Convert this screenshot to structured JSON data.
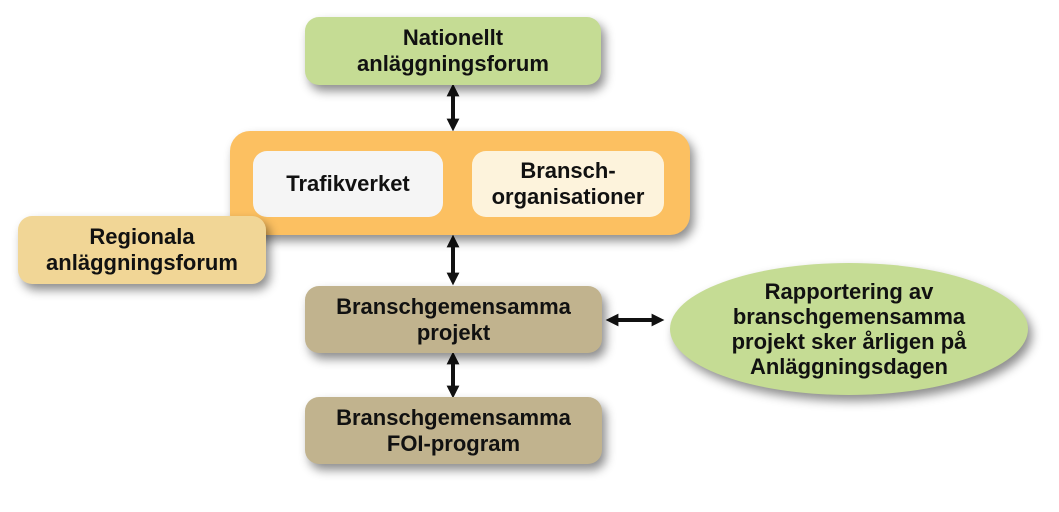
{
  "nodes": {
    "nationellt": {
      "lines": [
        "Nationellt",
        "anläggningsforum"
      ]
    },
    "trafikverket": {
      "lines": [
        "Trafikverket"
      ]
    },
    "branschorganisationer": {
      "lines": [
        "Bransch-",
        "organisationer"
      ]
    },
    "regionala": {
      "lines": [
        "Regionala",
        "anläggningsforum"
      ]
    },
    "projekt": {
      "lines": [
        "Branschgemensamma",
        "projekt"
      ]
    },
    "foi": {
      "lines": [
        "Branschgemensamma",
        "FOI-program"
      ]
    },
    "rapportering": {
      "lines": [
        "Rapportering av",
        "branschgemensamma",
        "projekt sker årligen på",
        "Anläggningsdagen"
      ]
    }
  },
  "colors": {
    "green": "#c5dc94",
    "orange": "#fcc061",
    "light_gray": "#f5f5f5",
    "cream": "#fdf3dc",
    "sand": "#f1d696",
    "taupe": "#c1b38e",
    "arrow": "#111111"
  },
  "edges": [
    {
      "from": "nationellt",
      "to": "org-container",
      "direction": "both"
    },
    {
      "from": "org-container",
      "to": "projekt",
      "direction": "both"
    },
    {
      "from": "projekt",
      "to": "foi",
      "direction": "both"
    },
    {
      "from": "projekt",
      "to": "rapportering",
      "direction": "both"
    }
  ]
}
